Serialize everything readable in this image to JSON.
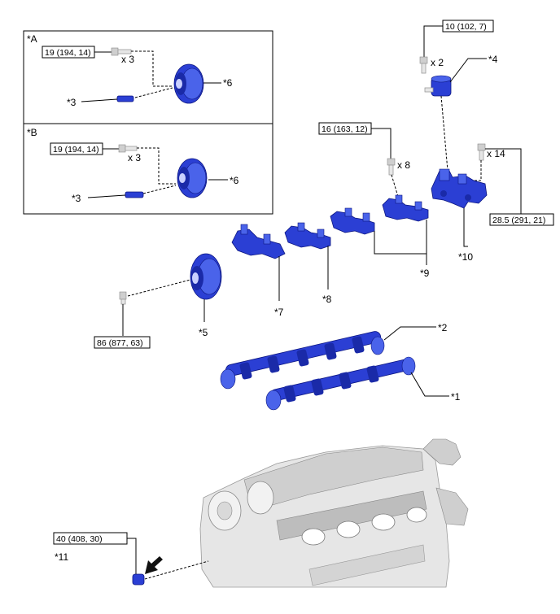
{
  "panels": {
    "a": {
      "title": "*A",
      "torque": "19 (194, 14)",
      "qty": "x 3",
      "callout_pin": "*3",
      "callout_gear": "*6"
    },
    "b": {
      "title": "*B",
      "torque": "19 (194, 14)",
      "qty": "x 3",
      "callout_pin": "*3",
      "callout_gear": "*6"
    }
  },
  "torques": {
    "t10": "10 (102, 7)",
    "t16": "16 (163, 12)",
    "t285": "28.5 (291, 21)",
    "t86": "86 (877, 63)",
    "t40": "40 (408, 30)"
  },
  "quantities": {
    "x2": "x 2",
    "x8": "x 8",
    "x14": "x 14"
  },
  "callouts": {
    "c1": "*1",
    "c2": "*2",
    "c4": "*4",
    "c5": "*5",
    "c7": "*7",
    "c8": "*8",
    "c9": "*9",
    "c10": "*10",
    "c11": "*11"
  }
}
